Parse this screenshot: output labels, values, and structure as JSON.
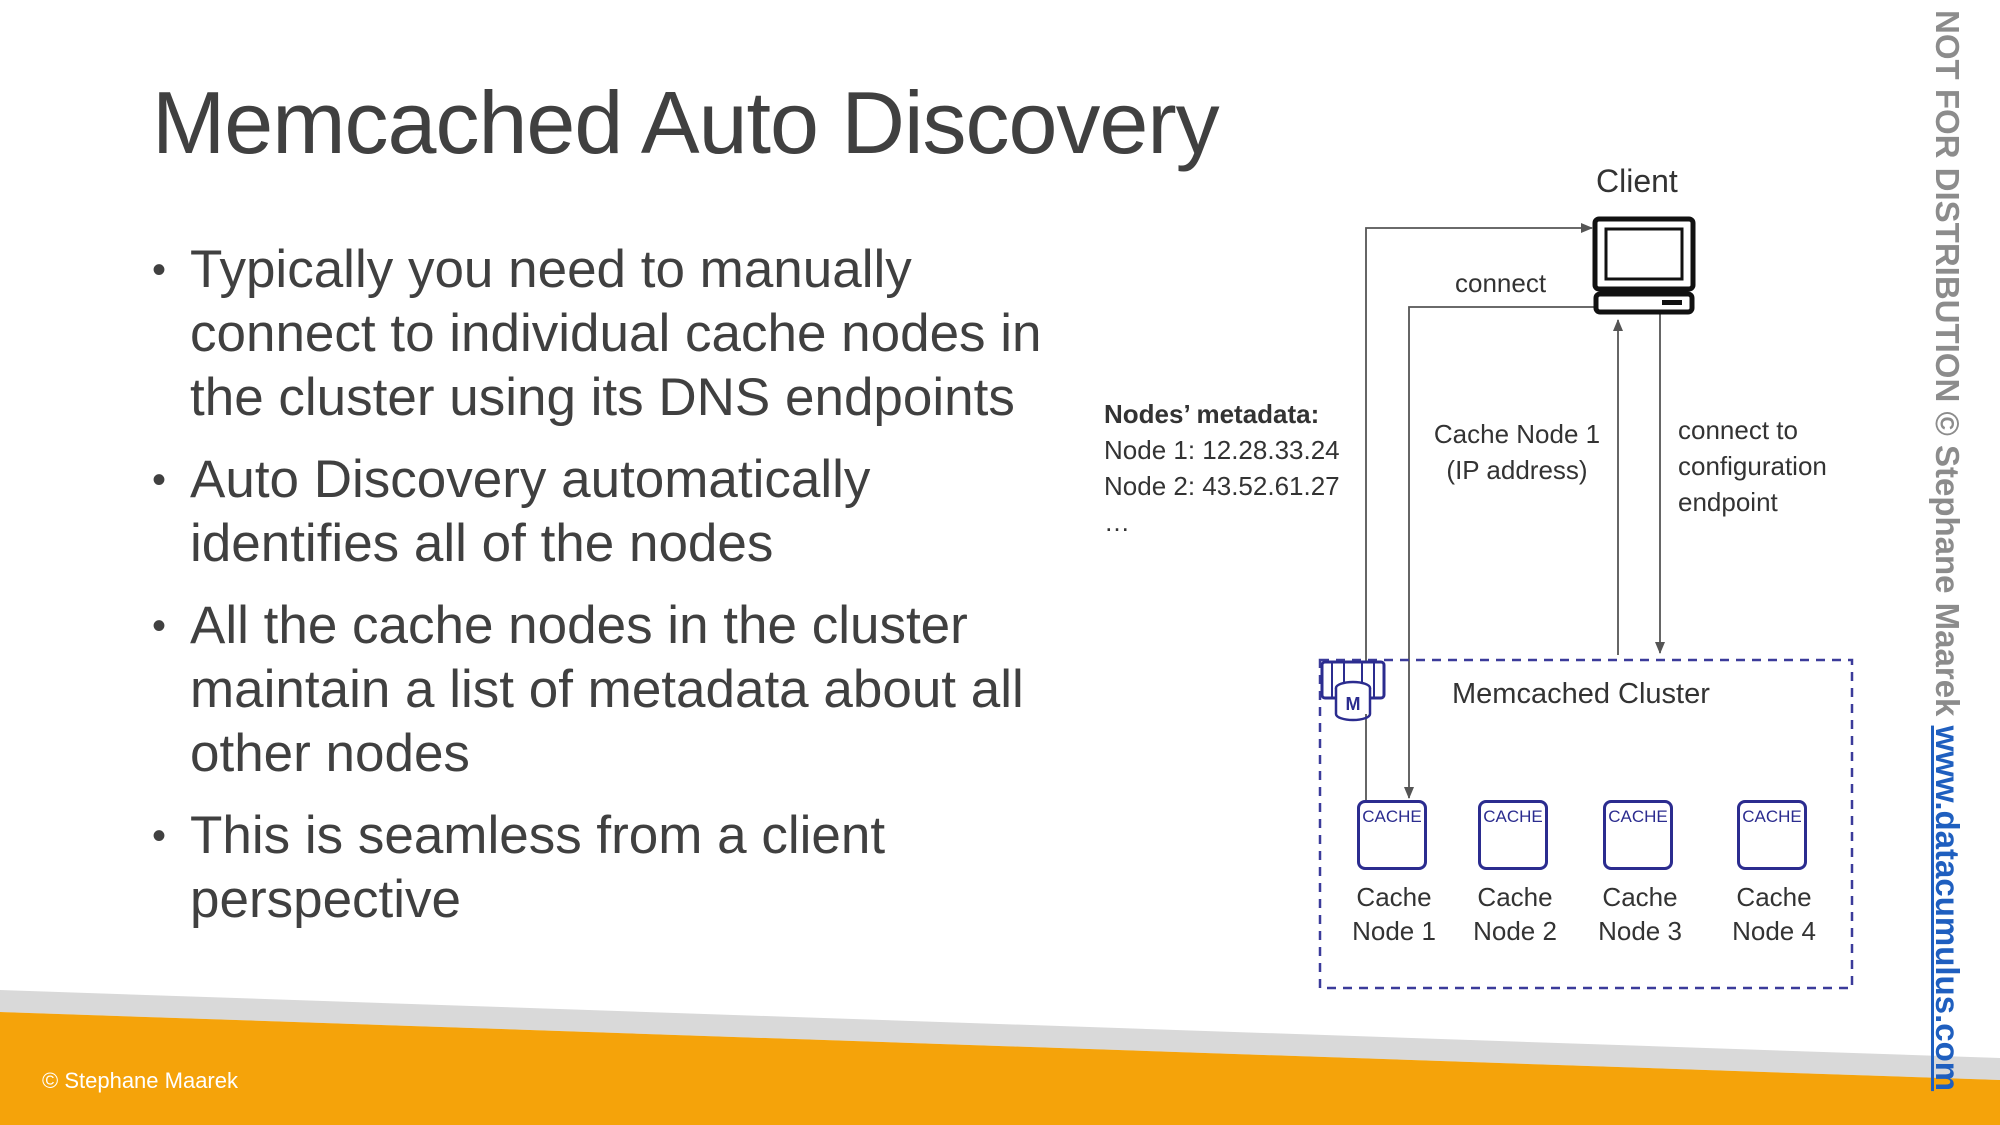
{
  "slide": {
    "title": "Memcached Auto Discovery",
    "bullets": [
      {
        "line1": "Typically you need to manually",
        "line2": "connect to individual cache nodes in",
        "line3": "the cluster using its DNS endpoints"
      },
      {
        "line1": "Auto Discovery automatically",
        "line2": "identifies all of the nodes"
      },
      {
        "line1": "All the cache nodes in the cluster",
        "line2": "maintain a list of metadata about all",
        "line3": "other nodes"
      },
      {
        "line1": "This is seamless from a client",
        "line2": "perspective"
      }
    ],
    "bullet_glyph": "•"
  },
  "diagram": {
    "client_label": "Client",
    "connect_label": "connect",
    "metadata": {
      "heading": "Nodes’ metadata:",
      "lines": [
        "Node 1: 12.28.33.24",
        "Node 2: 43.52.61.27",
        "…"
      ]
    },
    "cache_node_ip": {
      "line1": "Cache Node 1",
      "line2": "(IP address)"
    },
    "config_endpoint": {
      "line1": "connect to",
      "line2": "configuration",
      "line3": "endpoint"
    },
    "cluster_label": "Memcached Cluster",
    "cluster_icon": "memcached-cluster-icon",
    "nodes": [
      {
        "icon_text": "CACHE",
        "line1": "Cache",
        "line2": "Node 1"
      },
      {
        "icon_text": "CACHE",
        "line1": "Cache",
        "line2": "Node 2"
      },
      {
        "icon_text": "CACHE",
        "line1": "Cache",
        "line2": "Node 3"
      },
      {
        "icon_text": "CACHE",
        "line1": "Cache",
        "line2": "Node 4"
      }
    ],
    "colors": {
      "cluster_border": "#3b3b9a",
      "cache_icon": "#2b2c8f",
      "arrows": "#555555"
    }
  },
  "footer": {
    "copyright": "© Stephane Maarek",
    "colors": {
      "band": "#f5a30a",
      "grey_band": "#d9d9d9"
    }
  },
  "watermark": {
    "notice": "NOT FOR DISTRIBUTION © Stephane Maarek ",
    "url": "www.datacumulus.com"
  }
}
